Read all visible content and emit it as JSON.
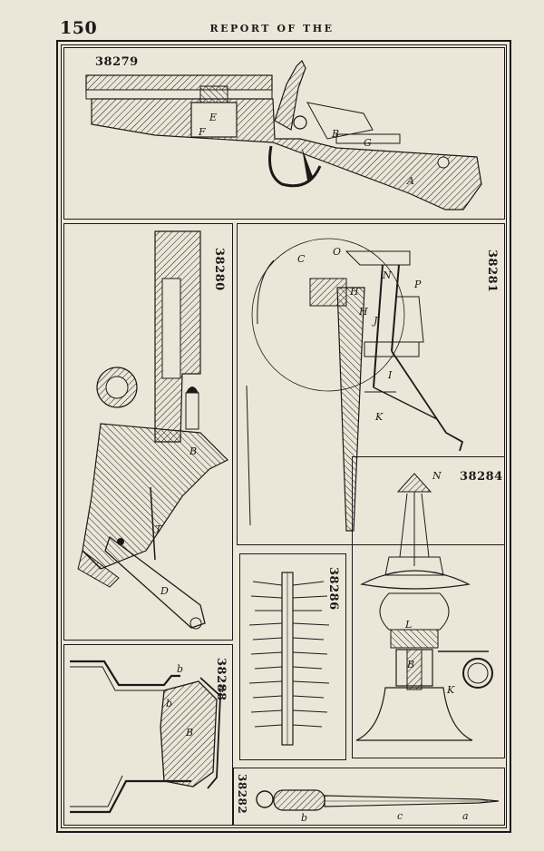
{
  "page": {
    "number": "150",
    "running_head": "REPORT OF THE"
  },
  "figures": [
    {
      "patent": "38279",
      "letters": [
        "E",
        "F",
        "B",
        "G",
        "A"
      ]
    },
    {
      "patent": "38280",
      "letters": [
        "B",
        "T",
        "D"
      ]
    },
    {
      "patent": "38281",
      "letters": [
        "C",
        "O",
        "N",
        "H",
        "P",
        "J",
        "I",
        "H",
        "K"
      ]
    },
    {
      "patent": "38284",
      "letters": [
        "N",
        "L",
        "B",
        "K"
      ]
    },
    {
      "patent": "38286",
      "letters": []
    },
    {
      "patent": "38288",
      "letters": [
        "d",
        "b",
        "b",
        "B"
      ]
    },
    {
      "patent": "38282",
      "letters": [
        "b",
        "c",
        "a"
      ]
    }
  ]
}
